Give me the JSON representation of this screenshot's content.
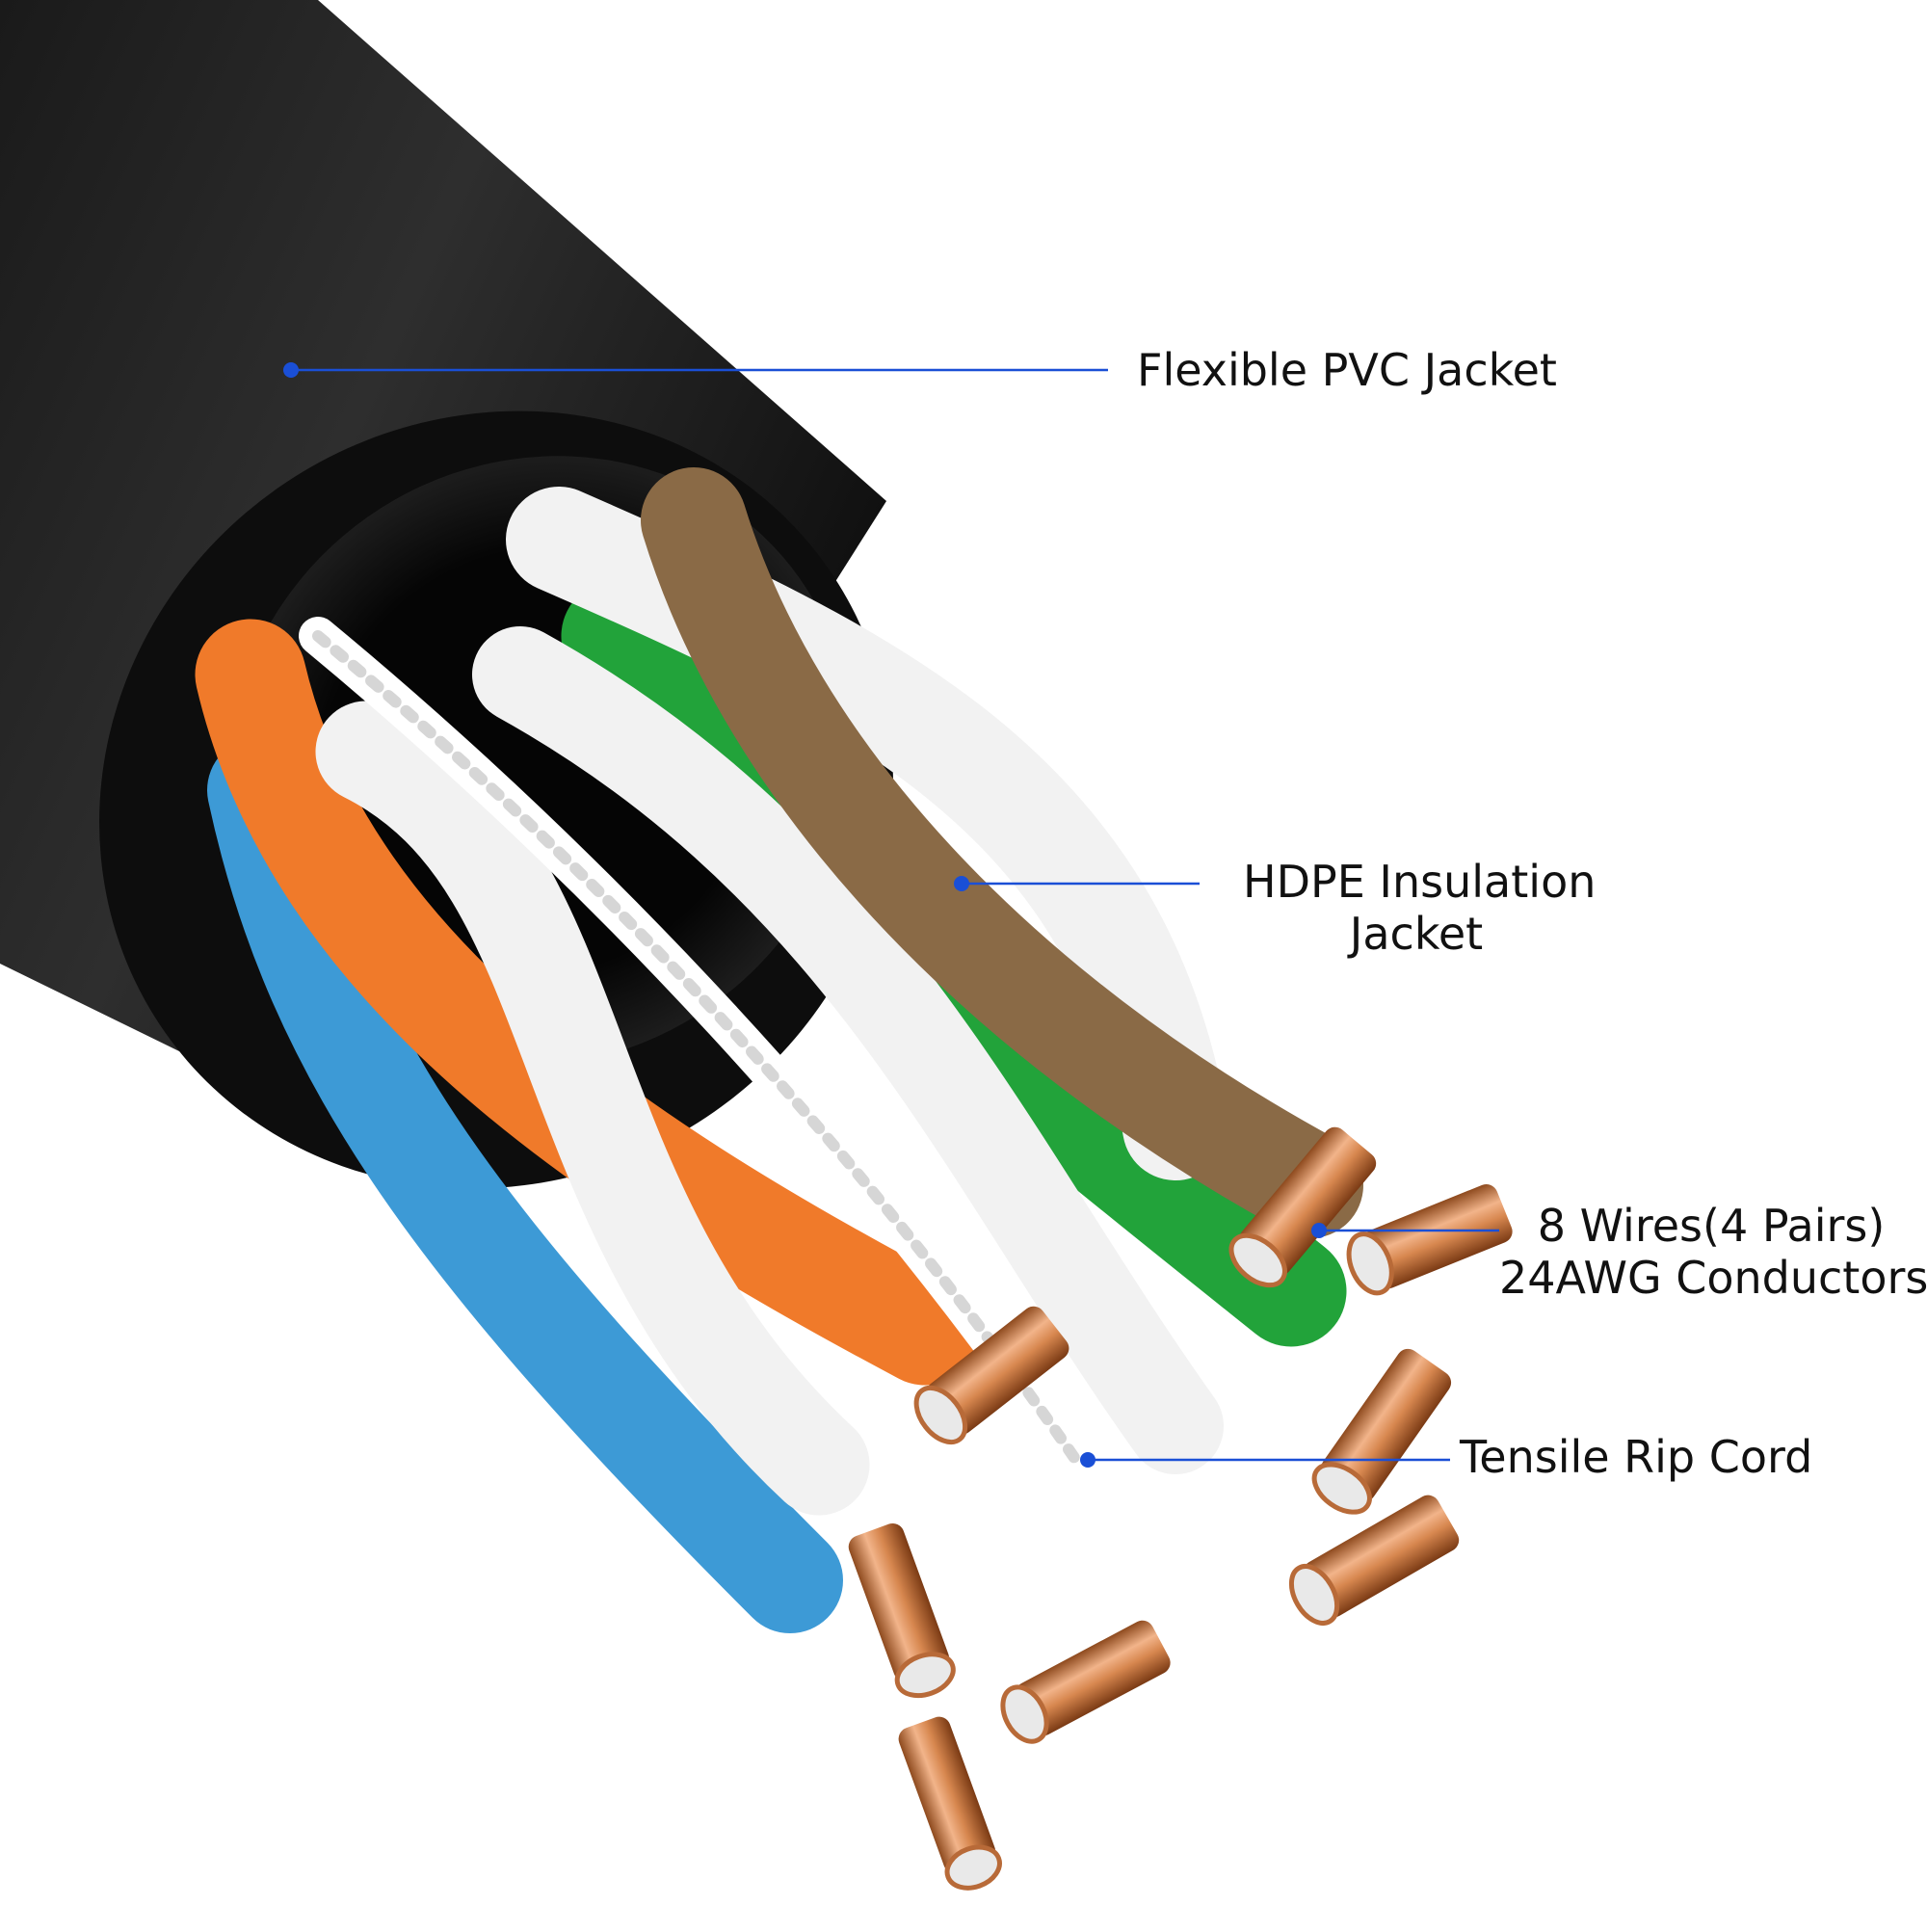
{
  "colors": {
    "leader_line": "#1a4fd6",
    "jacket": "#111111",
    "copper": "#d7874f",
    "orange": "#f07a2a",
    "blue": "#3d9ad6",
    "green": "#22a33a",
    "brown": "#8a6a46",
    "white_insulation": "#f2f2f2"
  },
  "callouts": {
    "pvc_jacket": {
      "text": "Flexible PVC Jacket"
    },
    "hdpe": {
      "line1": "HDPE Insulation",
      "line2": "Jacket"
    },
    "wires": {
      "line1": "8 Wires(4 Pairs)",
      "line2": "24AWG Conductors"
    },
    "rip_cord": {
      "text": "Tensile Rip Cord"
    }
  }
}
